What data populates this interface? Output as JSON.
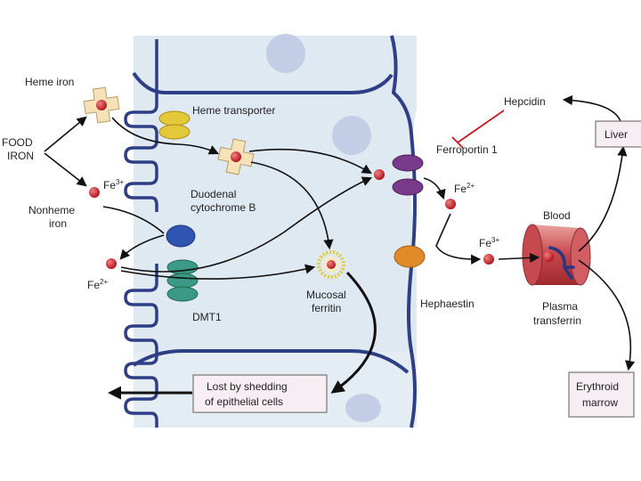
{
  "labels": {
    "food_line1": "FOOD",
    "food_line2": "IRON",
    "heme_iron": "Heme iron",
    "nonheme_line1": "Nonheme",
    "nonheme_line2": "iron",
    "fe3_base": "Fe",
    "fe3_sup": "3+",
    "fe2_base": "Fe",
    "fe2_sup": "2+",
    "heme_transporter": "Heme transporter",
    "dcytb_line1": "Duodenal",
    "dcytb_line2": "cytochrome B",
    "dmt1": "DMT1",
    "mucosal_line1": "Mucosal",
    "mucosal_line2": "ferritin",
    "ferroportin": "Ferroportin 1",
    "hephaestin": "Hephaestin",
    "hepcidin": "Hepcidin",
    "liver": "Liver",
    "blood": "Blood",
    "plasma_line1": "Plasma",
    "plasma_line2": "transferrin",
    "erythroid_line1": "Erythroid",
    "erythroid_line2": "marrow",
    "lost_line1": "Lost by shedding",
    "lost_line2": "of epithelial cells"
  },
  "colors": {
    "cell_fill": "#dfe9f1",
    "cell_border": "#2e3f86",
    "nucleus": "#c3cde6",
    "iron": "#c8161d",
    "heme_cross": "#f6e2b6",
    "heme_transporter": "#e3c83a",
    "dcytb": "#2f55b0",
    "dmt1": "#3a9a86",
    "ferroportin": "#7a3a8c",
    "hephaestin": "#e08a2a",
    "blood_vessel": "#b8383d",
    "transferrin": "#2a3780",
    "hepcidin_inhibit": "#c8161d",
    "box_fill": "#f6eef2",
    "box_border": "#777777"
  }
}
